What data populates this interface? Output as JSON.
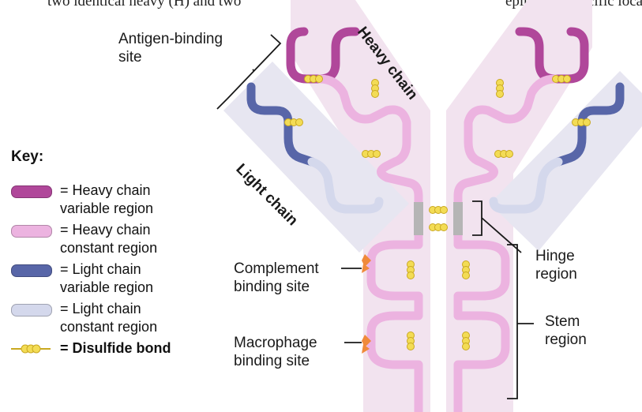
{
  "header_fragment": {
    "left": "two identical heavy (H) and two",
    "right": "epitope, a specific location on the a"
  },
  "labels": {
    "antigen_binding_line1": "Antigen-binding",
    "antigen_binding_line2": "site",
    "heavy_chain": "Heavy chain",
    "light_chain": "Light chain",
    "complement_line1": "Complement",
    "complement_line2": "binding site",
    "macrophage_line1": "Macrophage",
    "macrophage_line2": "binding site",
    "hinge_line1": "Hinge",
    "hinge_line2": "region",
    "stem_line1": "Stem",
    "stem_line2": "region"
  },
  "key": {
    "title": "Key:",
    "items": [
      {
        "line1": "= Heavy chain",
        "line2": "variable region",
        "color": "#b0479a"
      },
      {
        "line1": "= Heavy chain",
        "line2": "constant region",
        "color": "#ecb3e0"
      },
      {
        "line1": "= Light chain",
        "line2": "variable region",
        "color": "#5866a8"
      },
      {
        "line1": "= Light chain",
        "line2": "constant region",
        "color": "#d4d8ec"
      },
      {
        "line1": "= Disulfide bond",
        "line2": "",
        "color": "#f3dc55"
      }
    ]
  },
  "colors": {
    "band_fill": "#f2e3ef",
    "light_band_fill": "#e7e6f1",
    "heavy_variable": "#b0479a",
    "heavy_constant": "#ecb3e0",
    "light_variable": "#5866a8",
    "light_constant": "#d4d8ec",
    "disulfide": "#f3dc55",
    "hinge": "#b5b5b5",
    "binding_site": "#f08a3a"
  }
}
